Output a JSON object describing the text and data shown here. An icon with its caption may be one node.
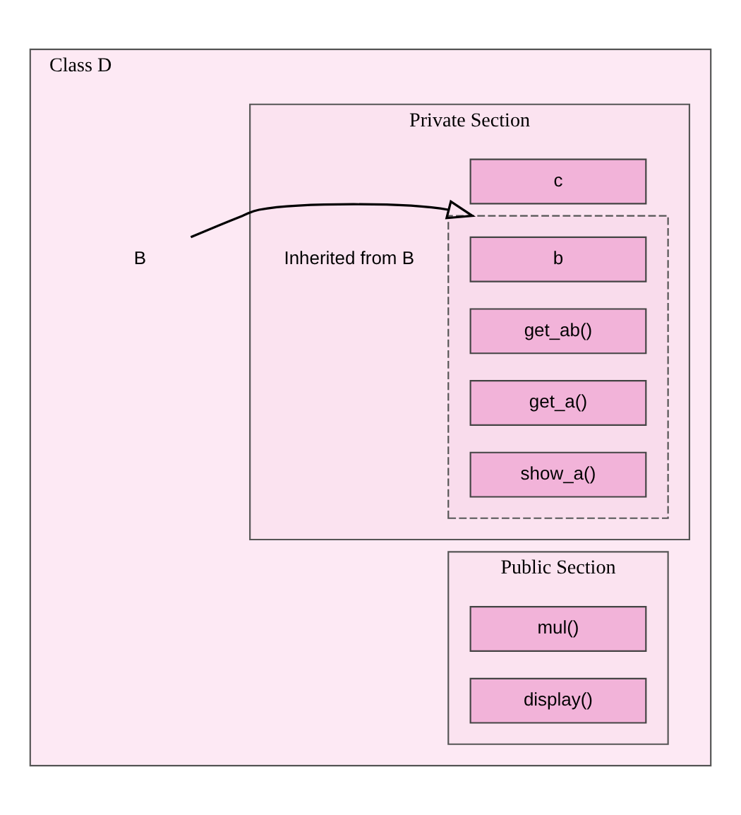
{
  "diagram": {
    "nodes": [
      {
        "text": [
          "Class D"
        ]
      },
      {
        "text": [
          "Private Section"
        ],
        "in": 0
      },
      {
        "text": [
          "c"
        ],
        "in": 1
      },
      {
        "text": [],
        "shape": "box",
        "in": 1,
        "beside": [
          "Inherited from B"
        ]
      },
      {
        "text": [
          "b"
        ],
        "in": 3
      },
      {
        "text": [
          "get_ab()"
        ],
        "in": 3
      },
      {
        "text": [
          "get_a()"
        ],
        "in": 3
      },
      {
        "text": [
          "show_a()"
        ],
        "in": 3
      },
      {
        "text": [
          "B"
        ],
        "in": 0
      },
      {
        "text": [
          "Public Section"
        ],
        "in": 0
      },
      {
        "text": [
          "mul()"
        ],
        "in": 9
      },
      {
        "text": [
          "display()"
        ],
        "in": 9
      }
    ],
    "edges": [
      {
        "from": 8,
        "to": 3,
        "arrow": "to"
      }
    ]
  }
}
